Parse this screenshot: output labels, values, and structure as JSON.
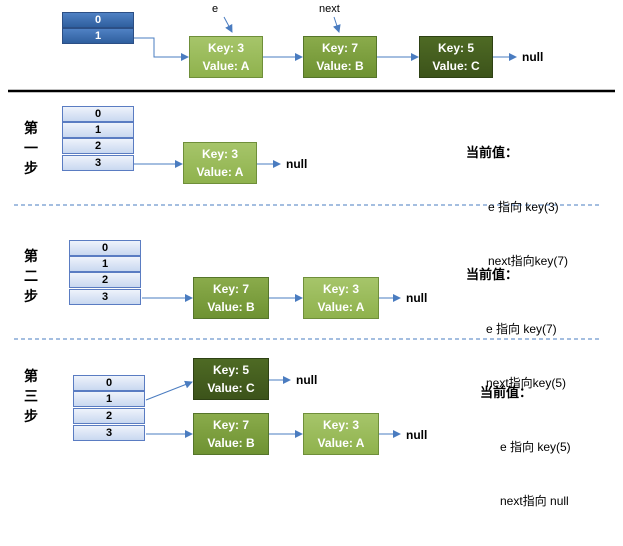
{
  "top": {
    "array": [
      "0",
      "1"
    ],
    "pointers": {
      "e": "e",
      "next": "next"
    },
    "nodes": [
      {
        "key": "Key: 3",
        "value": "Value: A"
      },
      {
        "key": "Key: 7",
        "value": "Value: B"
      },
      {
        "key": "Key: 5",
        "value": "Value: C"
      }
    ],
    "null": "null"
  },
  "steps": [
    {
      "label": [
        "第",
        "一",
        "步"
      ],
      "array": [
        "0",
        "1",
        "2",
        "3"
      ],
      "nodes": [
        {
          "key": "Key: 3",
          "value": "Value: A"
        }
      ],
      "null": "null",
      "info": {
        "title": "当前值：",
        "line1": "e 指向 key(3)",
        "line2": "next指向key(7)"
      }
    },
    {
      "label": [
        "第",
        "二",
        "步"
      ],
      "array": [
        "0",
        "1",
        "2",
        "3"
      ],
      "nodes": [
        {
          "key": "Key: 7",
          "value": "Value: B"
        },
        {
          "key": "Key: 3",
          "value": "Value: A"
        }
      ],
      "null": "null",
      "info": {
        "title": "当前值：",
        "line1": "e 指向 key(7)",
        "line2": "next指向key(5)"
      }
    },
    {
      "label": [
        "第",
        "三",
        "步"
      ],
      "array": [
        "0",
        "1",
        "2",
        "3"
      ],
      "nodes": [
        {
          "key": "Key: 5",
          "value": "Value: C"
        },
        {
          "key": "Key: 7",
          "value": "Value: B"
        },
        {
          "key": "Key: 3",
          "value": "Value: A"
        }
      ],
      "null_a": "null",
      "null_b": "null",
      "info": {
        "title": "当前值：",
        "line1": "e 指向 key(5)",
        "line2": "next指向 null"
      }
    }
  ],
  "colors": {
    "array_dark": "#3a6cb0",
    "array_light": "#dce7f7",
    "node_light": "#9bbd5c",
    "node_mid": "#7a9e3e",
    "node_dark": "#45601f",
    "line": "#4a7cc0",
    "separator": "#4a7cc0"
  }
}
